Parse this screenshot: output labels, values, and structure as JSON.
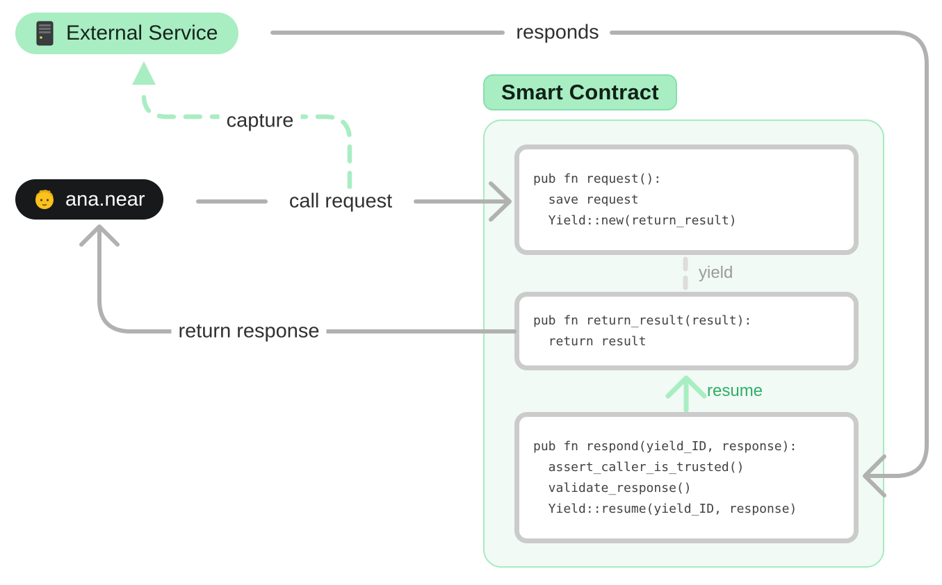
{
  "diagram_title": "Smart Contract yield/resume flow",
  "nodes": {
    "external_service": {
      "label": "External Service",
      "icon": "server-icon"
    },
    "user": {
      "label": "ana.near",
      "icon": "person-icon"
    },
    "smart_contract": {
      "title": "Smart Contract"
    }
  },
  "edges": {
    "responds": "responds",
    "capture": "capture",
    "call_request": "call request",
    "yield": "yield",
    "resume": "resume",
    "return_response": "return response"
  },
  "contract": {
    "boxes": [
      {
        "name": "request-fn",
        "lines": [
          "pub fn request():",
          "  save request",
          "  Yield::new(return_result)"
        ]
      },
      {
        "name": "return-result-fn",
        "lines": [
          "pub fn return_result(result):",
          "  return result"
        ]
      },
      {
        "name": "respond-fn",
        "lines": [
          "pub fn respond(yield_ID, response):",
          "  assert_caller_is_trusted()",
          "  validate_response()",
          "  Yield::resume(yield_ID, response)"
        ]
      }
    ]
  },
  "colors": {
    "accent_green": "#A9EDC3",
    "accent_green_border": "#86E0AC",
    "container_fill": "#F1FAF4",
    "container_border": "#A6EBC1",
    "box_border": "#CBCBCB",
    "connector_gray": "#B1B1B1",
    "yield_dash_gray": "#DDDDDD",
    "resume_text_green": "#2FAE68",
    "user_pill_black": "#17191A",
    "code_text": "#424242"
  }
}
